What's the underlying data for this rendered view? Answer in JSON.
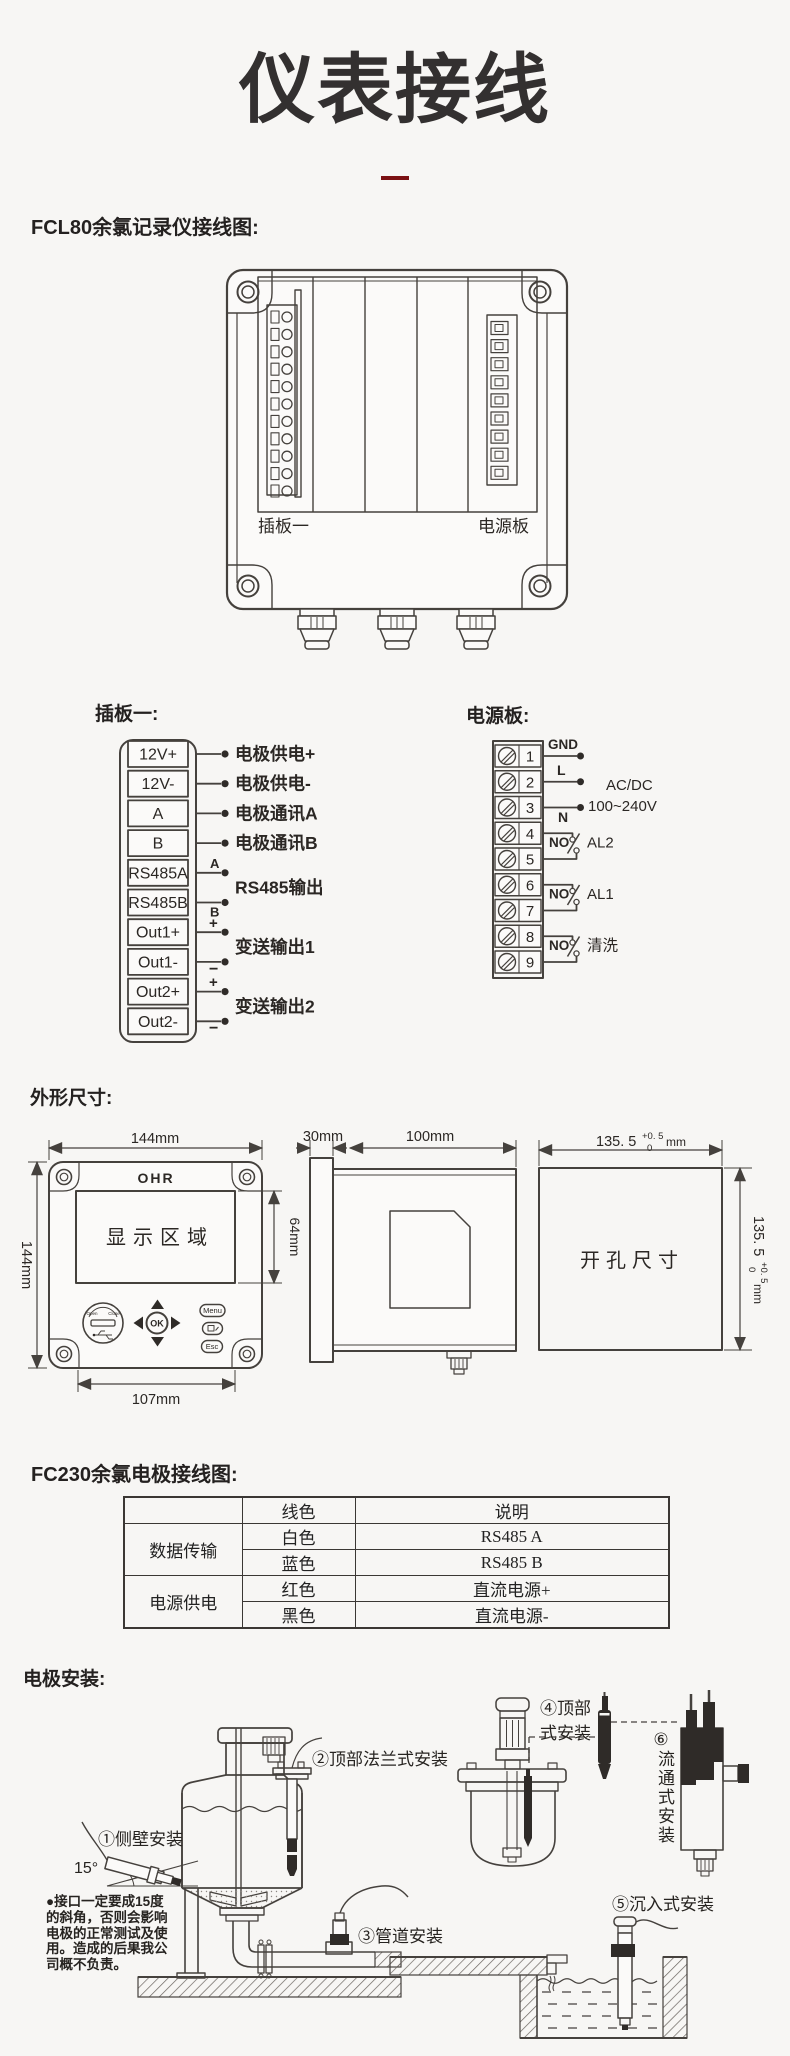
{
  "page": {
    "title": "仪表接线"
  },
  "fcl80": {
    "heading": "FCL80余氯记录仪接线图:",
    "board_left": "插板一",
    "board_right": "电源板"
  },
  "plugboard": {
    "heading": "插板一:",
    "terminals": [
      "12V+",
      "12V-",
      "A",
      "B",
      "RS485A",
      "RS485B",
      "Out1+",
      "Out1-",
      "Out2+",
      "Out2-"
    ],
    "ann": {
      "supply_p": "电极供电+",
      "supply_m": "电极供电-",
      "comm_a": "电极通讯A",
      "comm_b": "电极通讯B",
      "rs485": "RS485输出",
      "out1": "变送输出1",
      "out2": "变送输出2",
      "tag_a": "A",
      "tag_b": "B",
      "plus": "+",
      "minus": "−"
    }
  },
  "powerboard": {
    "heading": "电源板:",
    "numbers": [
      "1",
      "2",
      "3",
      "4",
      "5",
      "6",
      "7",
      "8",
      "9"
    ],
    "ann": {
      "gnd": "GND",
      "l": "L",
      "n": "N",
      "acdc": "AC/DC",
      "volt": "100~240V",
      "no": "NO",
      "al2": "AL2",
      "al1": "AL1",
      "clean": "清洗"
    }
  },
  "dims": {
    "heading": "外形尺寸:",
    "logo": "OHR",
    "display": "显示区域",
    "cutout": "开孔尺寸",
    "w144": "144mm",
    "h144": "144mm",
    "d64": "64mm",
    "w107": "107mm",
    "d30": "30mm",
    "d100": "100mm",
    "cut_main": "135. 5",
    "cut_sup": "+0. 5",
    "cut_sub": "0",
    "cut_unit": "mm",
    "btn": {
      "menu": "Menu",
      "ok": "OK",
      "esc": "Esc"
    },
    "usb": {
      "open": "Open",
      "close": "Close"
    }
  },
  "fc230": {
    "heading": "FC230余氯电极接线图:",
    "table": {
      "headers": [
        "线色",
        "说明"
      ],
      "groups": [
        {
          "name": "数据传输",
          "rows": [
            [
              "白色",
              "RS485 A"
            ],
            [
              "蓝色",
              "RS485 B"
            ]
          ]
        },
        {
          "name": "电源供电",
          "rows": [
            [
              "红色",
              "直流电源+"
            ],
            [
              "黑色",
              "直流电源-"
            ]
          ]
        }
      ]
    }
  },
  "install": {
    "heading": "电极安装:",
    "l1": "①侧壁安装",
    "angle": "15°",
    "l2": "②顶部法兰式安装",
    "l3": "③管道安装",
    "l4a": "④顶部",
    "l4b": "式安装",
    "l5": "⑤沉入式安装",
    "l6n": "⑥",
    "l6t": "流通式安装",
    "note": [
      "●接口一定要成15度",
      "的斜角，否则会影响",
      "电极的正常测试及使",
      "用。造成的后果我公",
      "司概不负责。"
    ]
  }
}
